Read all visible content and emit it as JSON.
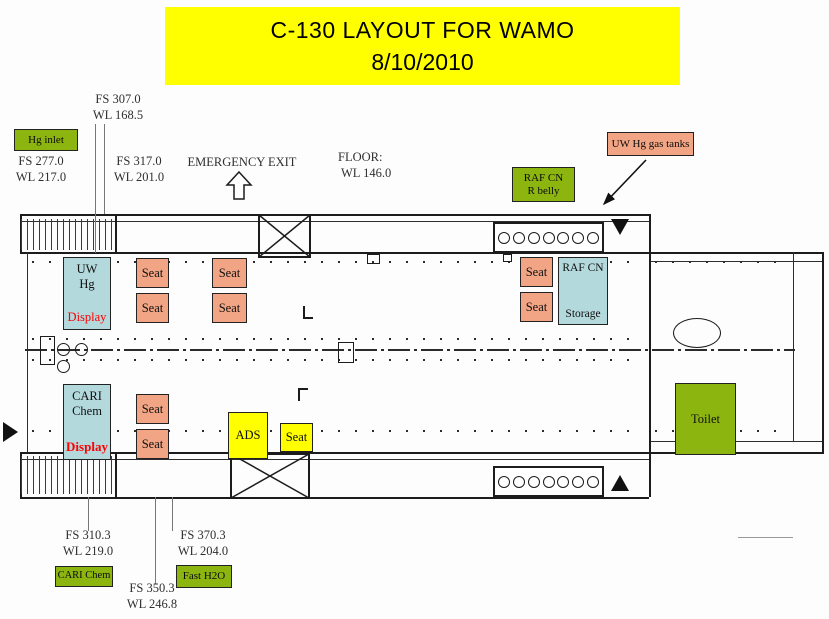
{
  "title": {
    "line1": "C-130 LAYOUT FOR WAMO",
    "line2": "8/10/2010"
  },
  "annotations": {
    "fs307": {
      "l1": "FS 307.0",
      "l2": "WL 168.5"
    },
    "fs277": {
      "l1": "FS 277.0",
      "l2": "WL 217.0"
    },
    "fs317": {
      "l1": "FS 317.0",
      "l2": "WL 201.0"
    },
    "emergency_exit": "EMERGENCY EXIT",
    "floor": {
      "l1": "FLOOR:",
      "l2": "WL 146.0"
    },
    "fs310": {
      "l1": "FS 310.3",
      "l2": "WL 219.0"
    },
    "fs370": {
      "l1": "FS 370.3",
      "l2": "WL 204.0"
    },
    "fs350": {
      "l1": "FS 350.3",
      "l2": "WL 246.8"
    }
  },
  "callouts": {
    "hg_inlet": "Hg inlet",
    "raf_cn_belly": {
      "l1": "RAF CN",
      "l2": "R belly"
    },
    "uw_hg_gas_tanks": "UW Hg gas tanks",
    "cari_chem": "CARI Chem",
    "fast_h2o": "Fast H2O"
  },
  "equipment": {
    "uw_hg": {
      "l1": "UW",
      "l2": "Hg",
      "l3": "Display"
    },
    "cari_chem": {
      "l1": "CARI",
      "l2": "Chem",
      "l3": "Display"
    },
    "raf_cn": {
      "l1": "RAF CN",
      "l2": "Storage"
    },
    "ads": "ADS",
    "seat": "Seat",
    "toilet": "Toilet"
  },
  "colors": {
    "banner_yellow": "#ffff00",
    "equipment_yellow": "#ffff00",
    "green": "#8cb50f",
    "salmon": "#f2a585",
    "light_blue": "#b3d9dd",
    "display_red": "#ff0000",
    "line_black": "#1c1c1c"
  }
}
